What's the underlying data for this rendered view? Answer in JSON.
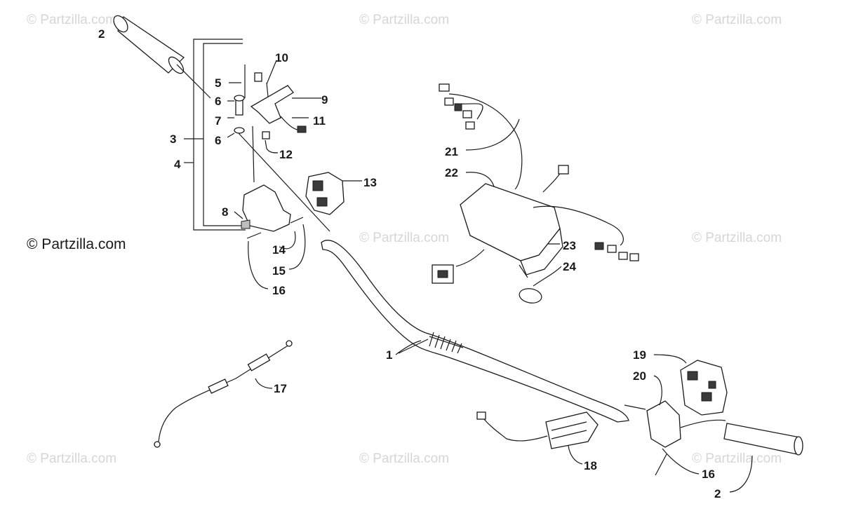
{
  "watermarks": [
    "© Partzilla.com",
    "© Partzilla.com",
    "© Partzilla.com",
    "© Partzilla.com",
    "© Partzilla.com",
    "© Partzilla.com",
    "© Partzilla.com",
    "© Partzilla.com"
  ],
  "watermark_dark": "© Partzilla.com",
  "callouts": [
    "1",
    "2",
    "2",
    "3",
    "4",
    "5",
    "6",
    "6",
    "7",
    "8",
    "9",
    "10",
    "11",
    "12",
    "13",
    "14",
    "15",
    "16",
    "16",
    "17",
    "18",
    "19",
    "20",
    "21",
    "22",
    "23",
    "24"
  ]
}
